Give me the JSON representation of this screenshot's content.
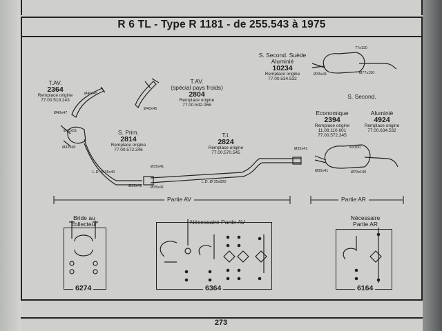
{
  "title": "R 6 TL - Type R 1181 - de 255.543 à 1975",
  "parts": {
    "tav": {
      "name": "T.AV.",
      "code": "2364",
      "ref_label": "Remplace origine",
      "ref": "77.00.519.243"
    },
    "tav_froid": {
      "name": "T.AV.",
      "note": "(spécial pays froids)",
      "code": "2804",
      "ref_label": "Remplace origine",
      "ref": "77.00.542.066"
    },
    "sprim": {
      "name": "S. Prim.",
      "code": "2814",
      "ref_label": "Remplace origine",
      "ref": "77.00.572.346"
    },
    "ti": {
      "name": "T.I.",
      "code": "2824",
      "ref_label": "Remplace origine",
      "ref": "77.00.570.545"
    },
    "suede": {
      "name": "S. Second. Suède",
      "material": "Aluminié",
      "code": "10234",
      "ref_label": "Remplace origine",
      "ref": "77.00.534.532"
    },
    "ssecond": {
      "name": "S. Second."
    },
    "eco": {
      "name": "Economique",
      "code": "2394",
      "ref_label": "Remplace origine",
      "ref": "11.08.110.601",
      "ref2": "77.00.572.345"
    },
    "alu": {
      "name": "Aluminié",
      "code": "4924",
      "ref_label": "Remplace origine",
      "ref": "77.00.634.532"
    }
  },
  "sections": {
    "av": "Partie AV",
    "ar": "Partie AR"
  },
  "kits": {
    "bride": {
      "label1": "Bride au",
      "label2": "collecteur",
      "code": "6274"
    },
    "av": {
      "label": "Nécessaire Partie AV",
      "code": "6364"
    },
    "ar": {
      "label1": "Nécessaire",
      "label2": "Partie AR",
      "code": "6164"
    }
  },
  "dims": {
    "d40a": "Ø40x45",
    "d40b": "Ø40x45",
    "d40c": "Ø40x47",
    "d42": "Ø42x48",
    "d45": "Ø45x51",
    "d35a": "Ø35x41",
    "d35b": "Ø35x41",
    "d35c": "Ø35x41",
    "d35d": "Ø35x41",
    "d35e": "Ø35x41",
    "d35f": "Ø35x41",
    "ld1": "L.D. Ø 35x40",
    "ld2": "L.D. Ø 35x820",
    "ov1": "77x110",
    "ov2": "Ø77x150",
    "ov3": "70x100",
    "ov4": "Ø70x100"
  },
  "page_number": "273"
}
